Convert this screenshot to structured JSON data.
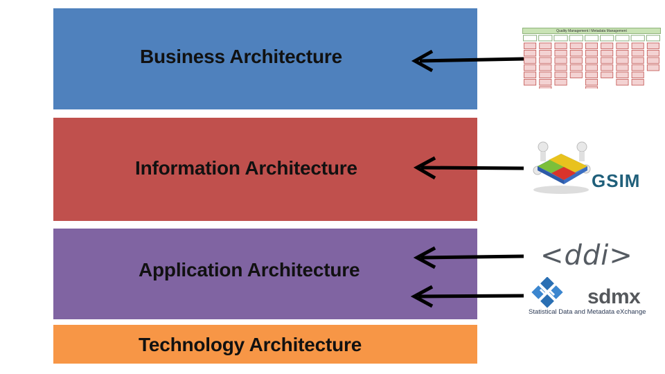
{
  "layers": [
    {
      "label": "Business Architecture",
      "color": "#4f81bd"
    },
    {
      "label": "Information Architecture",
      "color": "#c0504d"
    },
    {
      "label": "Application Architecture",
      "color": "#8064a2"
    },
    {
      "label": "Technology Architecture",
      "color": "#f79646"
    }
  ],
  "logos": {
    "gsbpm": {
      "header": "Quality Management / Metadata Management",
      "icon": "process-model-table"
    },
    "gsim": {
      "text": "GSIM",
      "icon": "puzzle-people"
    },
    "ddi": {
      "text": "<ddi>"
    },
    "sdmx": {
      "text": "sdmx",
      "subtitle": "Statistical Data and Metadata eXchange"
    }
  }
}
